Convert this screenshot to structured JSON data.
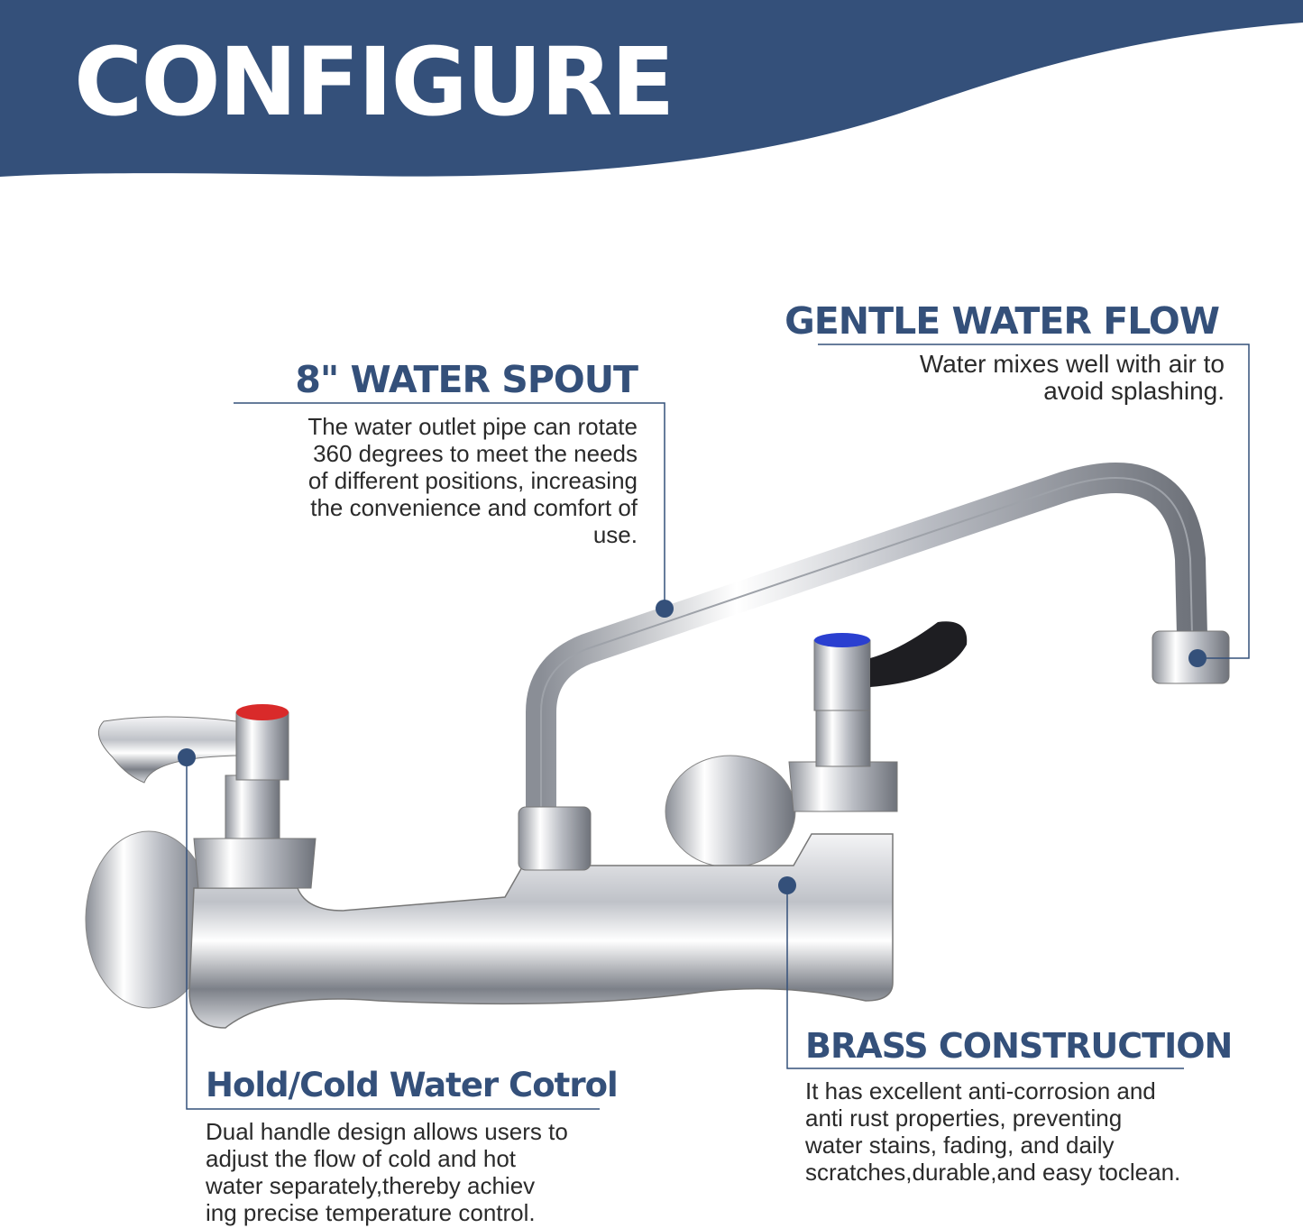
{
  "header": {
    "title": "CONFIGURE"
  },
  "colors": {
    "brand": "#34507a",
    "text": "#2a2a2a",
    "hot": "#d92a2a",
    "cold": "#2a3fd0"
  },
  "features": {
    "flow": {
      "title": "GENTLE WATER FLOW",
      "lines": [
        "Water mixes well with air to",
        "avoid splashing."
      ]
    },
    "spout": {
      "title": "8\" WATER SPOUT",
      "lines": [
        "The water outlet pipe can rotate",
        "360 degrees to meet the needs",
        "of different positions, increasing",
        "the convenience and comfort of",
        "use."
      ]
    },
    "control": {
      "title": "Hold/Cold Water Cotrol",
      "lines": [
        "Dual handle design allows users to",
        "adjust the flow of cold and hot",
        "water separately,thereby achiev",
        "ing precise temperature control."
      ]
    },
    "brass": {
      "title": "BRASS CONSTRUCTION",
      "lines": [
        "It has excellent anti-corrosion and",
        "anti rust properties, preventing",
        "water stains, fading, and daily",
        "scratches,durable,and easy toclean."
      ]
    }
  }
}
